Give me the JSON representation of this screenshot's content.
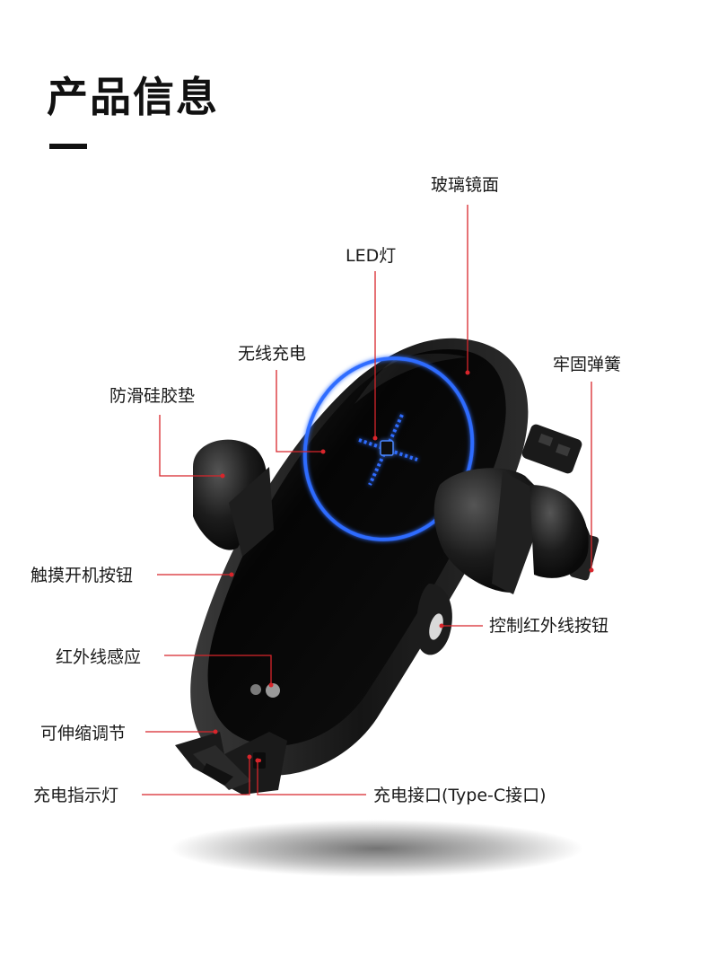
{
  "header": {
    "title": "产品信息"
  },
  "callouts": {
    "glass_mirror": "玻璃镜面",
    "led_light": "LED灯",
    "wireless_charging": "无线充电",
    "anti_slip_pad": "防滑硅胶垫",
    "sturdy_spring": "牢固弹簧",
    "touch_power_button": "触摸开机按钮",
    "infrared_control_button": "控制红外线按钮",
    "infrared_sensor": "红外线感应",
    "adjustable": "可伸缩调节",
    "charging_indicator": "充电指示灯",
    "charging_port": "充电接口(Type-C接口)"
  },
  "colors": {
    "leader_line": "#d8252b",
    "ring": "#2f6cff",
    "body": "#111111"
  }
}
